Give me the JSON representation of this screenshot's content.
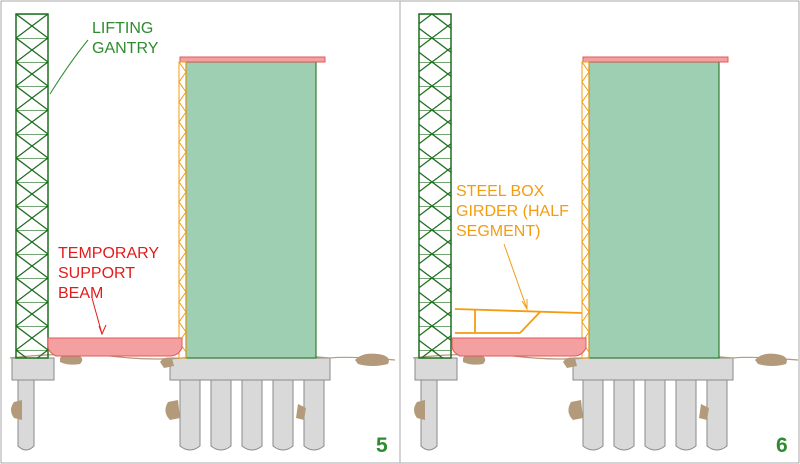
{
  "colors": {
    "gantry": "#1f6f1f",
    "label_green": "#2e8b2e",
    "tower_fill": "#9fcfb3",
    "tower_stroke": "#2e7d32",
    "beam_fill": "#f4a0a0",
    "beam_stroke": "#e05a5a",
    "label_red": "#e31b1b",
    "girder": "#f39c12",
    "pile_fill": "#d9d9d9",
    "pile_stroke": "#8a8a8a",
    "rock": "#b39a7a",
    "step_number": "#2e8b2e"
  },
  "panels": [
    {
      "step_number": "5",
      "labels": {
        "gantry": [
          "LIFTING",
          "GANTRY"
        ],
        "beam": [
          "TEMPORARY",
          "SUPPORT",
          "BEAM"
        ]
      }
    },
    {
      "step_number": "6",
      "labels": {
        "girder": [
          "STEEL BOX",
          "GIRDER (HALF",
          "SEGMENT)"
        ]
      }
    }
  ]
}
